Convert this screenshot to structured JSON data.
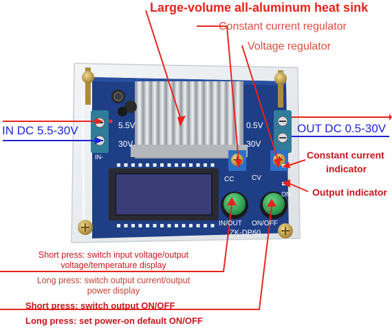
{
  "photo": {
    "board_model": "ZK-DP60",
    "silk_in_voltage": "5.5V",
    "silk_in_voltage_max": "30V",
    "silk_out_voltage": "0.5V",
    "silk_out_voltage_max": "30V",
    "silk_in_label": "IN-",
    "silk_button_left": "IN/OUT",
    "silk_button_right": "ON/OFF",
    "silk_cc": "CC",
    "silk_cv": "CV",
    "silk_on": "ON",
    "colors": {
      "board": "#1e3e86",
      "heatsink": "#cfd2d6",
      "button": "#2fae55",
      "acrylic": "#e9ecef",
      "terminal": "#2f7d9a",
      "label_red": "#e8231b",
      "label_blue": "#1c21d6"
    }
  },
  "labels": {
    "heat_sink": "Large-volume all-aluminum heat sink",
    "cc_regulator": "Constant current regulator",
    "voltage_regulator": "Voltage regulator",
    "in_dc": "IN DC 5.5-30V",
    "out_dc": "OUT DC 0.5-30V",
    "cc_indicator_1": "Constant current",
    "cc_indicator_2": "indicator",
    "output_indicator": "Output indicator"
  },
  "notes": {
    "left_short_1": "Short press: switch input voltage/output",
    "left_short_2": "voltage/temperature display",
    "left_long_1": "Long press: switch output current/output",
    "left_long_2": "power display",
    "right_short": "Short press: switch output ON/OFF",
    "right_long": "Long press: set power-on default ON/OFF"
  }
}
